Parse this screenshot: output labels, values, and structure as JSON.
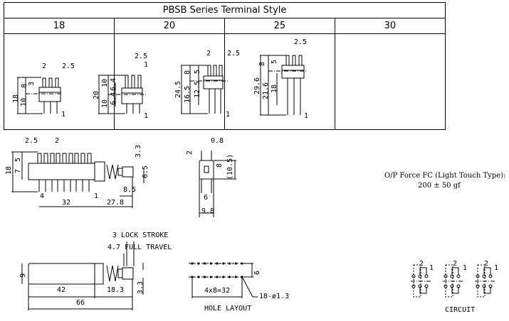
{
  "title": "PBSB Series Terminal Style",
  "terminal_styles": [
    {
      "label": "18",
      "dims": [
        "2",
        "2.5",
        "8",
        "3",
        "18",
        "10",
        "1"
      ]
    },
    {
      "label": "20",
      "dims": [
        "2.5",
        "1",
        "20",
        "10",
        "10",
        "6.4",
        "6.4",
        "1"
      ]
    },
    {
      "label": "25",
      "dims": [
        "2",
        "2.5",
        "8",
        "5",
        "24.5",
        "16.5",
        "12.5",
        "1"
      ]
    },
    {
      "label": "30",
      "dims": [
        "2.5",
        "8",
        "5",
        "29.6",
        "21.6",
        "18",
        "1"
      ]
    }
  ],
  "front_view": {
    "dims": [
      "2.5",
      "2",
      "5",
      "7",
      "18",
      "3.3",
      "6.5",
      "8.5",
      "4",
      "32",
      "1",
      "27.8"
    ]
  },
  "side_view": {
    "dims": [
      "0.8",
      "2",
      "8",
      "(10.5)",
      "6",
      "9.8"
    ]
  },
  "force_note": {
    "line1": "O/P Force  FC (Light Touch Type):",
    "line2": "200 ± 50 gf"
  },
  "bottom_view": {
    "dims": [
      "3 LOCK STROKE",
      "4.7 FULL TRAVEL",
      "9",
      "42",
      "18.3",
      "3.3",
      "66"
    ]
  },
  "hole_layout": {
    "dims": [
      "6",
      "4x8=32",
      "18-ø1.3"
    ],
    "caption": "HOLE LAYOUT"
  },
  "circuit": {
    "pin_labels": [
      "2",
      "1"
    ],
    "caption": "CIRCUIT"
  }
}
